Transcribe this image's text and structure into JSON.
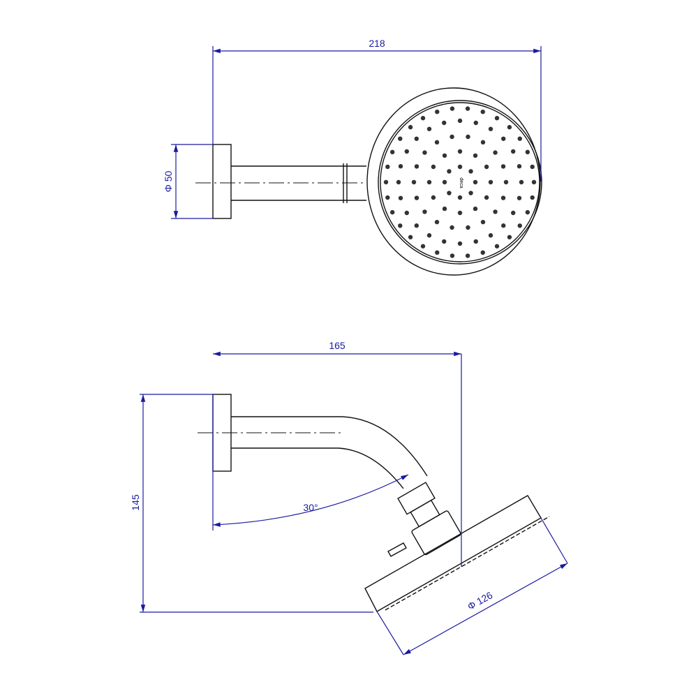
{
  "top_view": {
    "width_dimension": "218",
    "flange_diameter": "Φ 50",
    "logo": "deca"
  },
  "side_view": {
    "projection_dimension": "165",
    "height_dimension": "145",
    "angle": "30°",
    "head_diameter": "Φ 126"
  },
  "colors": {
    "line": "#111111",
    "dimension": "#1a1aa0"
  }
}
